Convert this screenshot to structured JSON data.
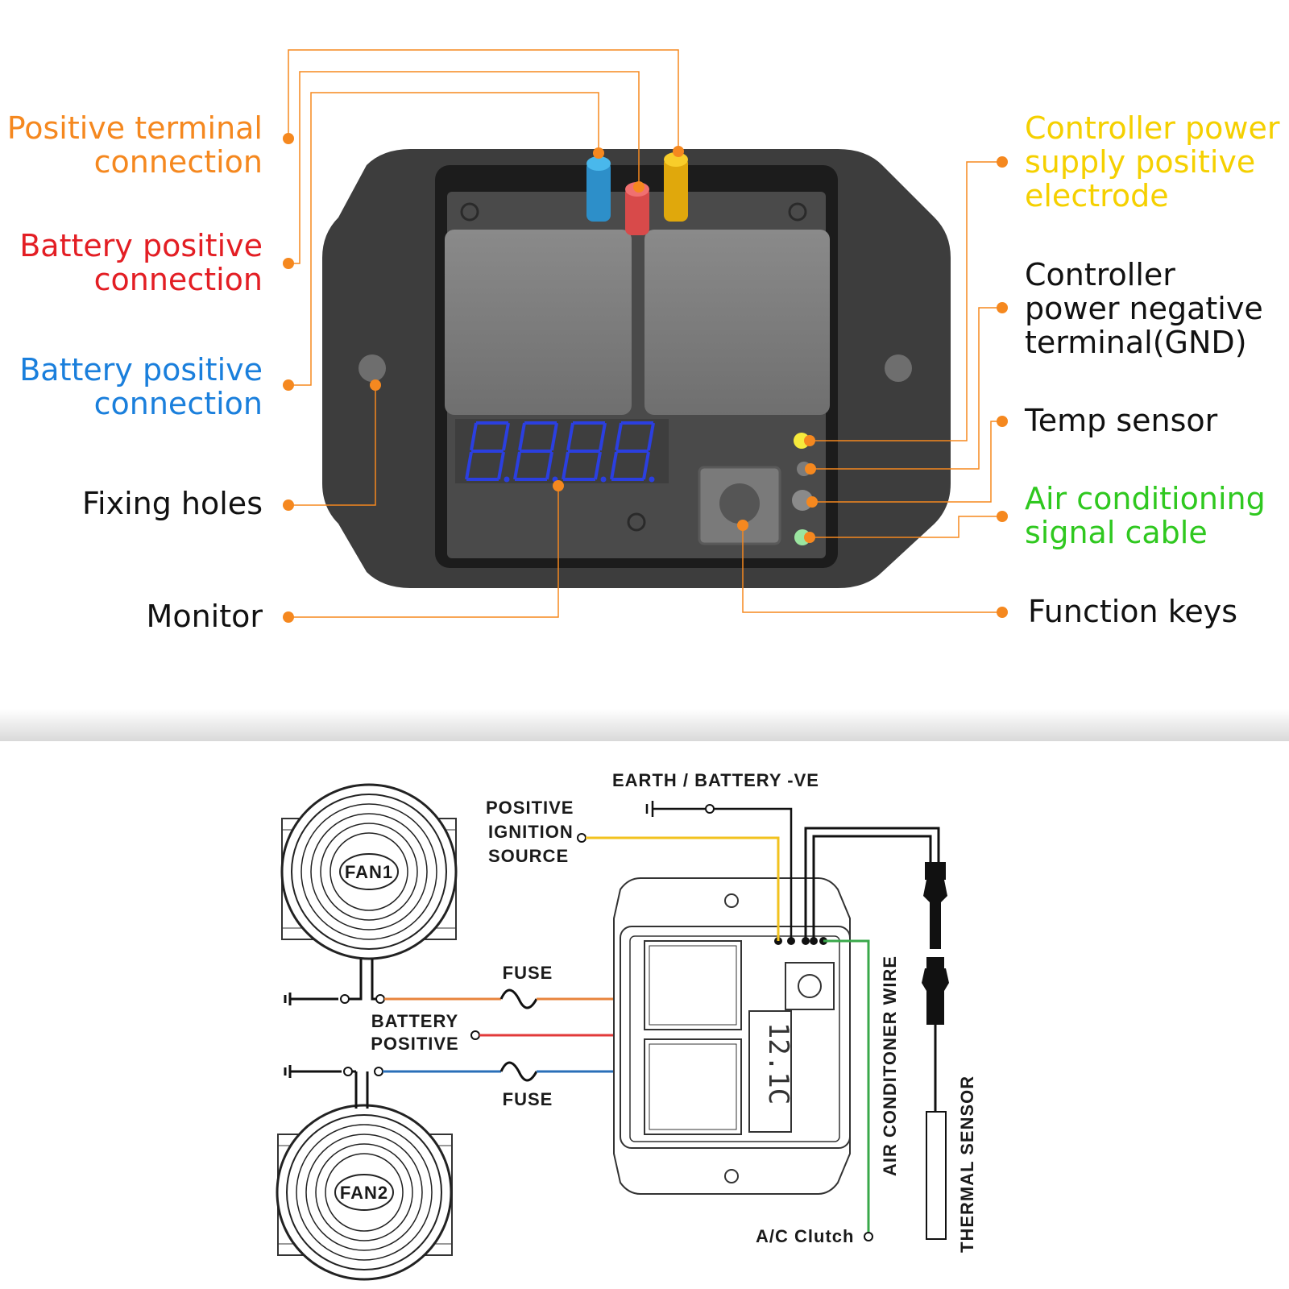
{
  "callouts_left": [
    {
      "lines": [
        "Positive terminal",
        "connection"
      ],
      "color": "#f5881f"
    },
    {
      "lines": [
        "Battery positive",
        "connection"
      ],
      "color": "#e31e24"
    },
    {
      "lines": [
        "Battery positive",
        "connection"
      ],
      "color": "#1a7fdc"
    },
    {
      "lines": [
        "Fixing holes"
      ],
      "color": "#111111"
    },
    {
      "lines": [
        "Monitor"
      ],
      "color": "#111111"
    }
  ],
  "callouts_right": [
    {
      "lines": [
        "Controller power",
        "supply positive",
        "electrode"
      ],
      "color": "#f5d000"
    },
    {
      "lines": [
        "Controller",
        "power negative",
        "terminal(GND)"
      ],
      "color": "#111111"
    },
    {
      "lines": [
        "Temp sensor"
      ],
      "color": "#111111"
    },
    {
      "lines": [
        "Air conditioning",
        "signal cable"
      ],
      "color": "#2fc81f"
    },
    {
      "lines": [
        "Function keys"
      ],
      "color": "#111111"
    }
  ],
  "colors": {
    "accent_orange": "#f5881f",
    "wire_orange": "#e8843c",
    "wire_red": "#e23a3a",
    "wire_blue": "#2a6fb8",
    "wire_yellow": "#f2c21e",
    "wire_green": "#39a84a",
    "display_blue": "#2b3fe0"
  },
  "display": {
    "digits": "8.8.8.8."
  },
  "wiring": {
    "earth": "EARTH / BATTERY -VE",
    "ignition": [
      "POSITIVE",
      "IGNITION",
      "SOURCE"
    ],
    "fan1": "FAN1",
    "fan2": "FAN2",
    "fuse_top": "FUSE",
    "fuse_bottom": "FUSE",
    "battery_positive": [
      "BATTERY",
      "POSITIVE"
    ],
    "ac_wire": "AIR CONDITONER WIRE",
    "ac_clutch": "A/C Clutch",
    "thermal_sensor": "THERMAL SENSOR"
  }
}
